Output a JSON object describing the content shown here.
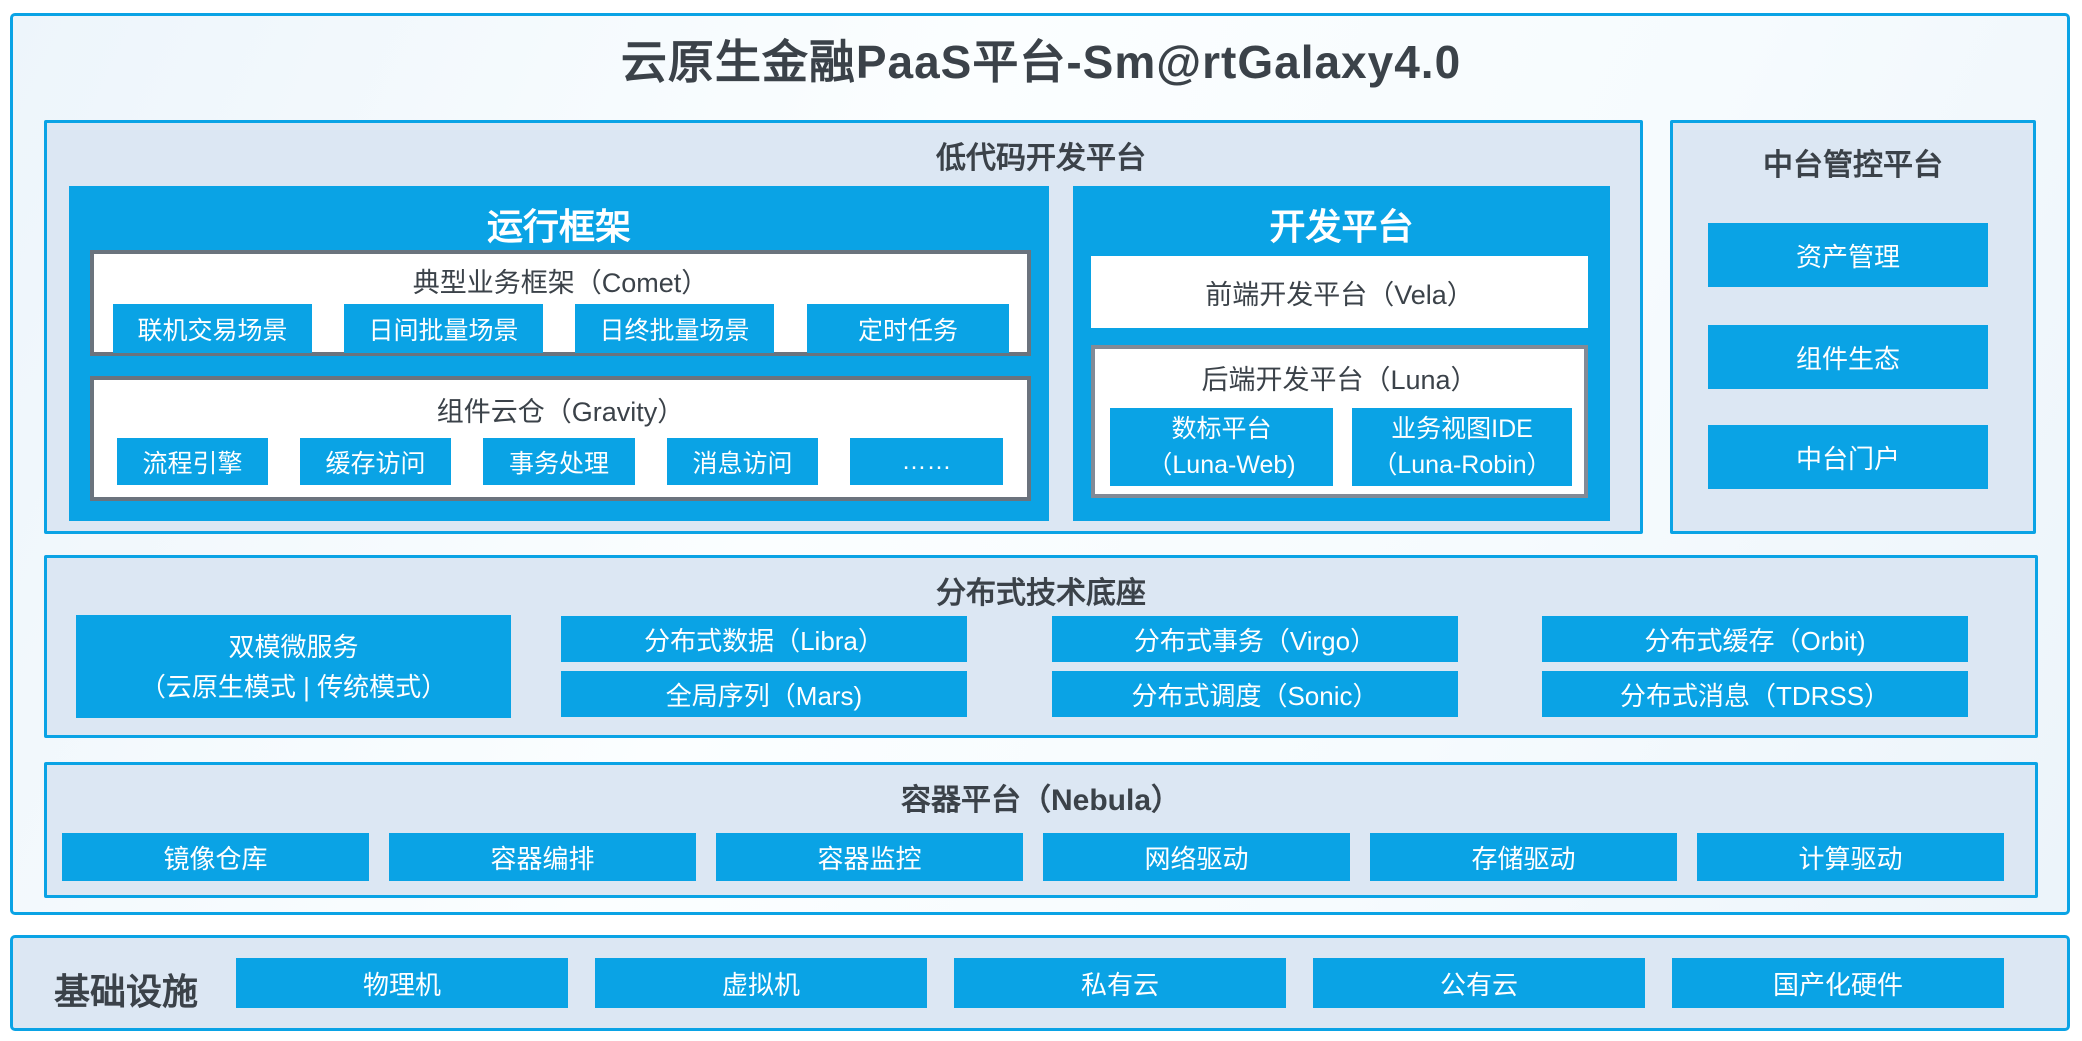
{
  "title": "云原生金融PaaS平台-Sm@rtGalaxy4.0",
  "colors": {
    "accent_blue": "#0aa3e5",
    "panel_bg": "#dce7f3",
    "gray_box_border": "#6b737d",
    "dark_text": "#3b4249",
    "chip_text": "#ffffff"
  },
  "lowcode": {
    "title": "低代码开发平台",
    "runtime": {
      "title": "运行框架",
      "comet": {
        "title": "典型业务框架（Comet）",
        "items": [
          "联机交易场景",
          "日间批量场景",
          "日终批量场景",
          "定时任务"
        ]
      },
      "gravity": {
        "title": "组件云仓（Gravity）",
        "items": [
          "流程引擎",
          "缓存访问",
          "事务处理",
          "消息访问",
          "……"
        ]
      }
    },
    "dev": {
      "title": "开发平台",
      "vela": "前端开发平台（Vela）",
      "luna": {
        "title": "后端开发平台（Luna）",
        "items": [
          {
            "line1": "数标平台",
            "line2": "（Luna-Web)"
          },
          {
            "line1": "业务视图IDE",
            "line2": "（Luna-Robin）"
          }
        ]
      }
    }
  },
  "midplatform": {
    "title": "中台管控平台",
    "items": [
      "资产管理",
      "组件生态",
      "中台门户"
    ]
  },
  "distributed": {
    "title": "分布式技术底座",
    "dual_mode": {
      "line1": "双模微服务",
      "line2": "（云原生模式 | 传统模式）"
    },
    "grid": [
      "分布式数据（Libra）",
      "分布式事务（Virgo）",
      "分布式缓存（Orbit)",
      "全局序列（Mars)",
      "分布式调度（Sonic）",
      "分布式消息（TDRSS）"
    ]
  },
  "container_platform": {
    "title": "容器平台（Nebula）",
    "items": [
      "镜像仓库",
      "容器编排",
      "容器监控",
      "网络驱动",
      "存储驱动",
      "计算驱动"
    ]
  },
  "infrastructure": {
    "title": "基础设施",
    "items": [
      "物理机",
      "虚拟机",
      "私有云",
      "公有云",
      "国产化硬件"
    ]
  }
}
